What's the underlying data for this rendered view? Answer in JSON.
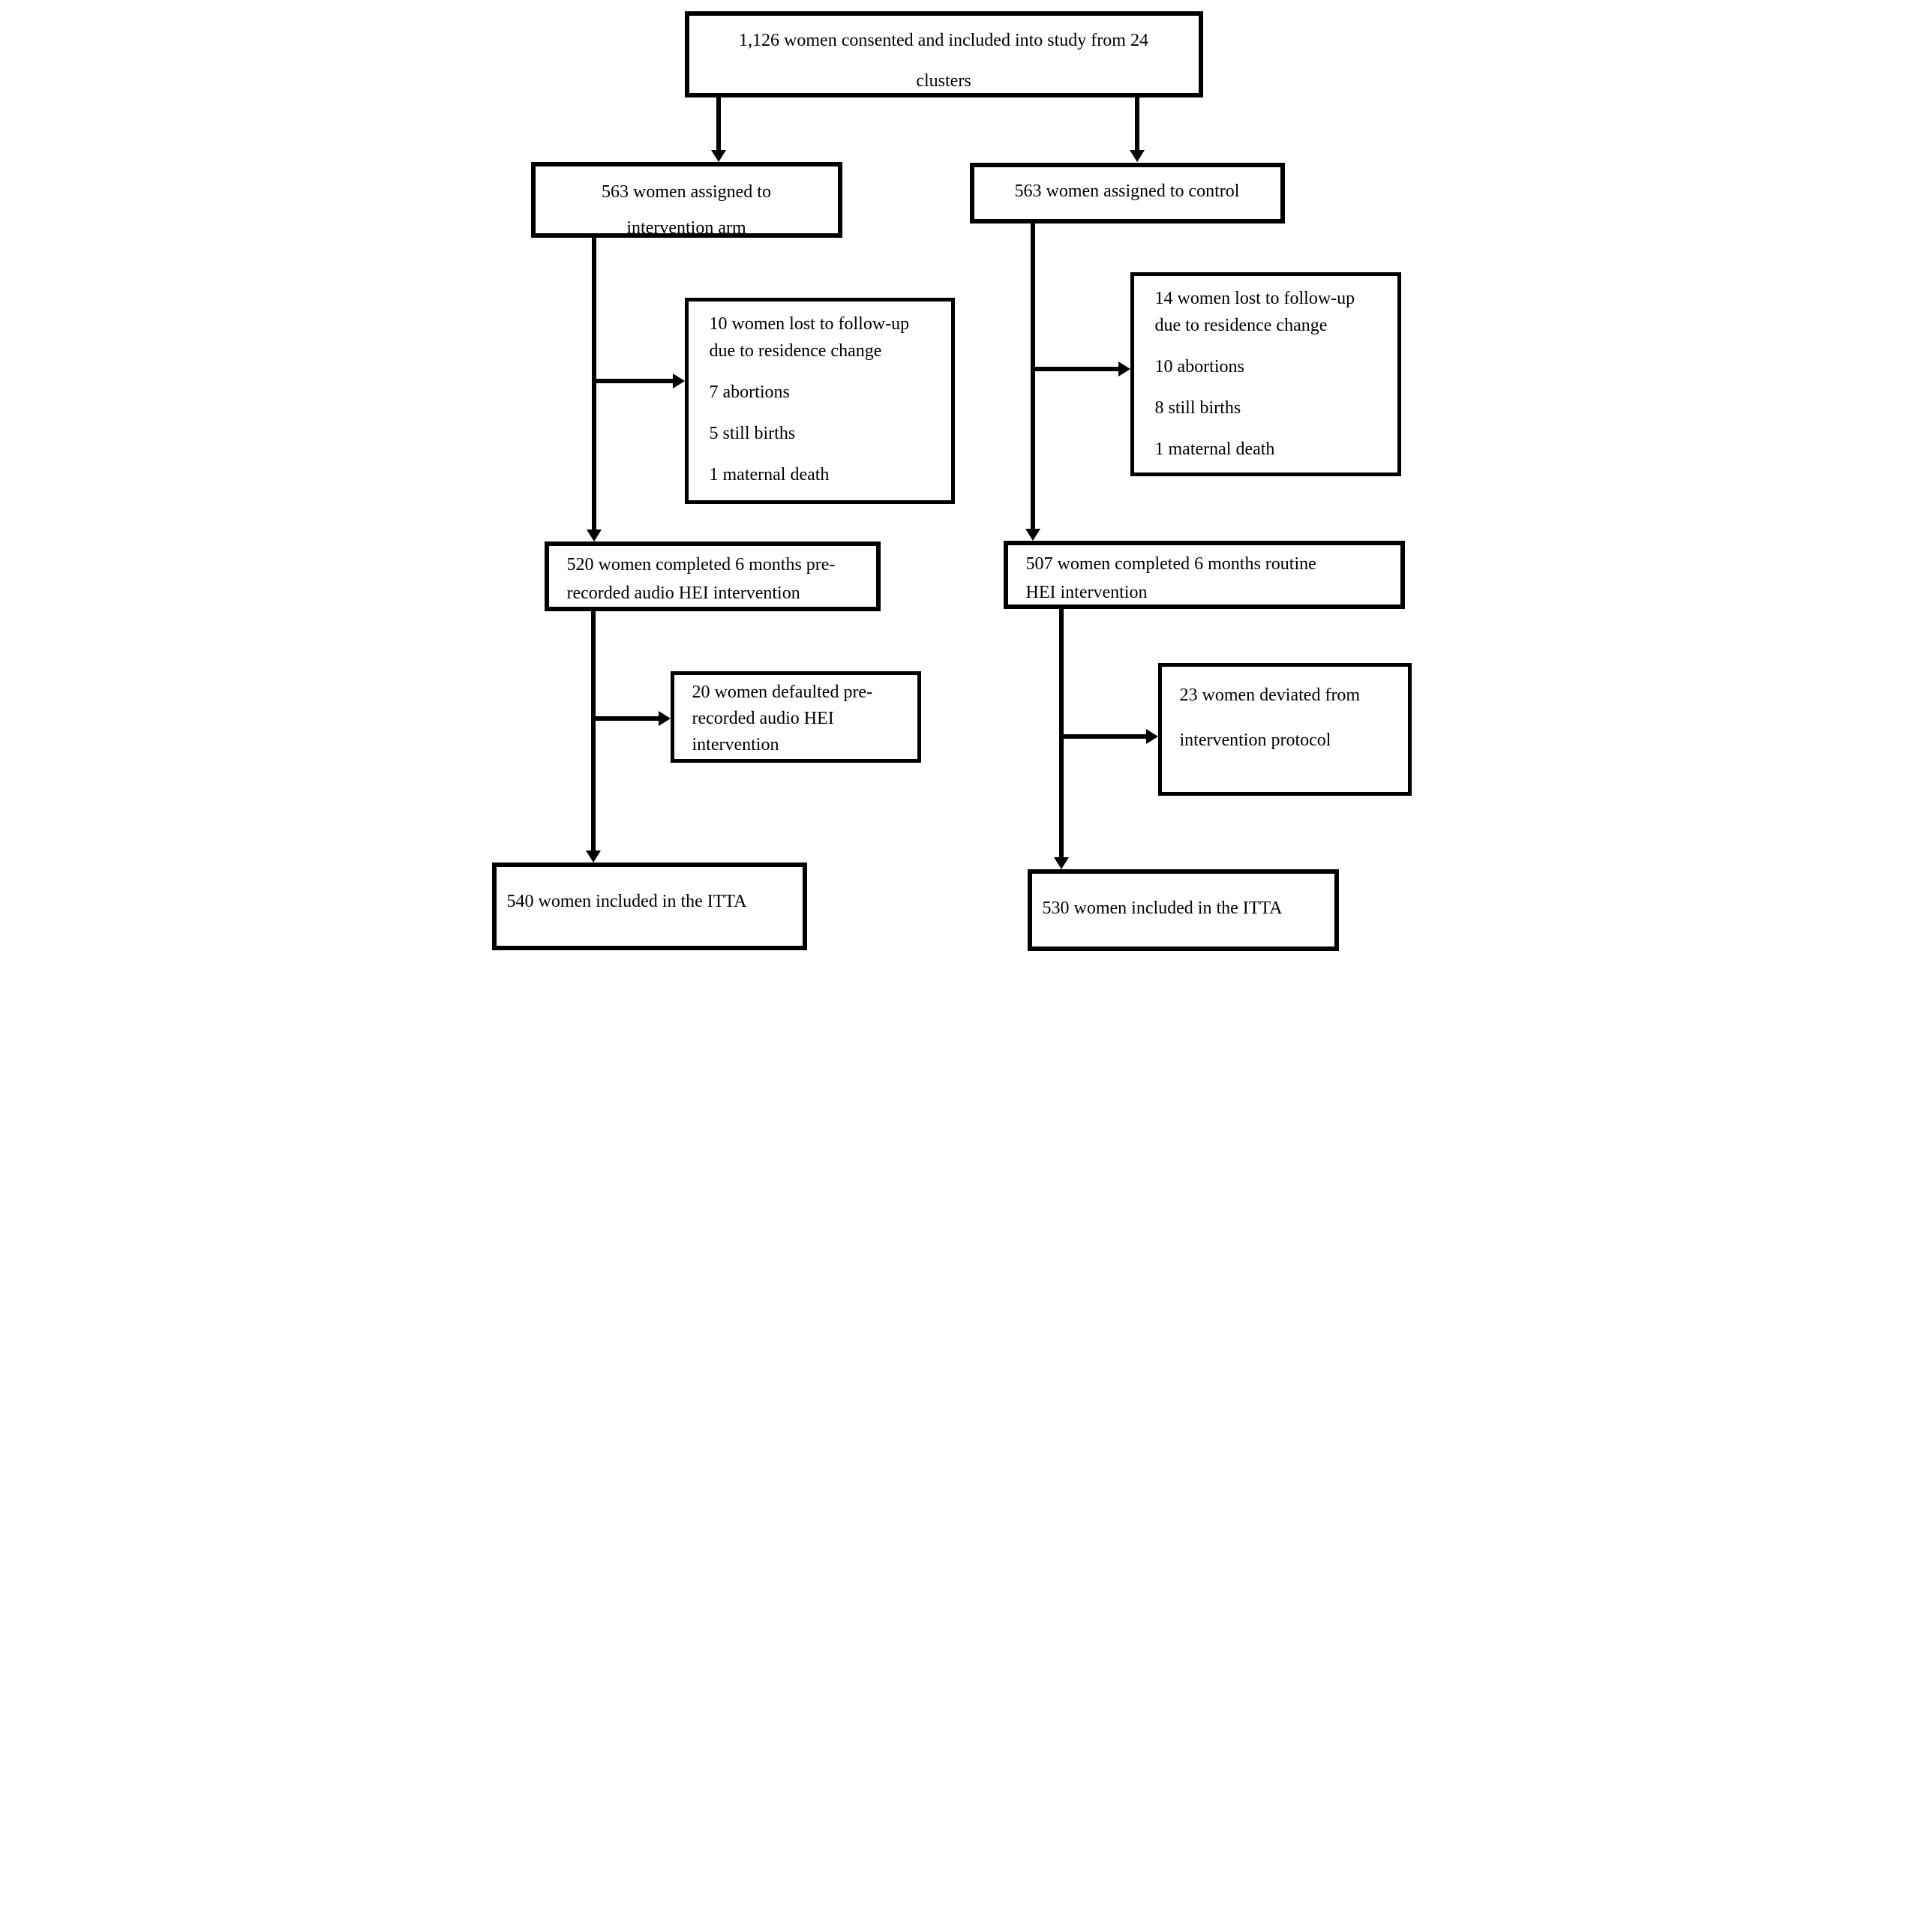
{
  "figure": {
    "type": "consort-flow-diagram",
    "nodes": {
      "enrollment": "1,126 women consented and included into study from 24\nclusters",
      "assigned_intervention": "563 women assigned to\nintervention arm",
      "assigned_control": "563 women assigned to control",
      "completed_intervention": "520 women completed 6 months pre-\nrecorded audio HEI intervention",
      "completed_control": "507 women completed 6 months routine\nHEI intervention",
      "defaulted_intervention": "20 women defaulted pre-\nrecorded audio HEI\nintervention",
      "deviated_control": "23 women deviated from\nintervention protocol",
      "itta_intervention": "540 women included in the ITTA",
      "itta_control": "530 women included in the ITTA"
    },
    "exclusions": {
      "intervention_items": [
        "10 women lost to follow-up\ndue to residence change",
        "7 abortions",
        "5 still births",
        "1 maternal death"
      ],
      "control_items": [
        "14 women lost to follow-up\ndue to residence change",
        "10 abortions",
        "8 still births",
        "1 maternal death"
      ]
    },
    "colors": {
      "line": "#000000",
      "text": "#000000",
      "background": "#ffffff"
    }
  }
}
